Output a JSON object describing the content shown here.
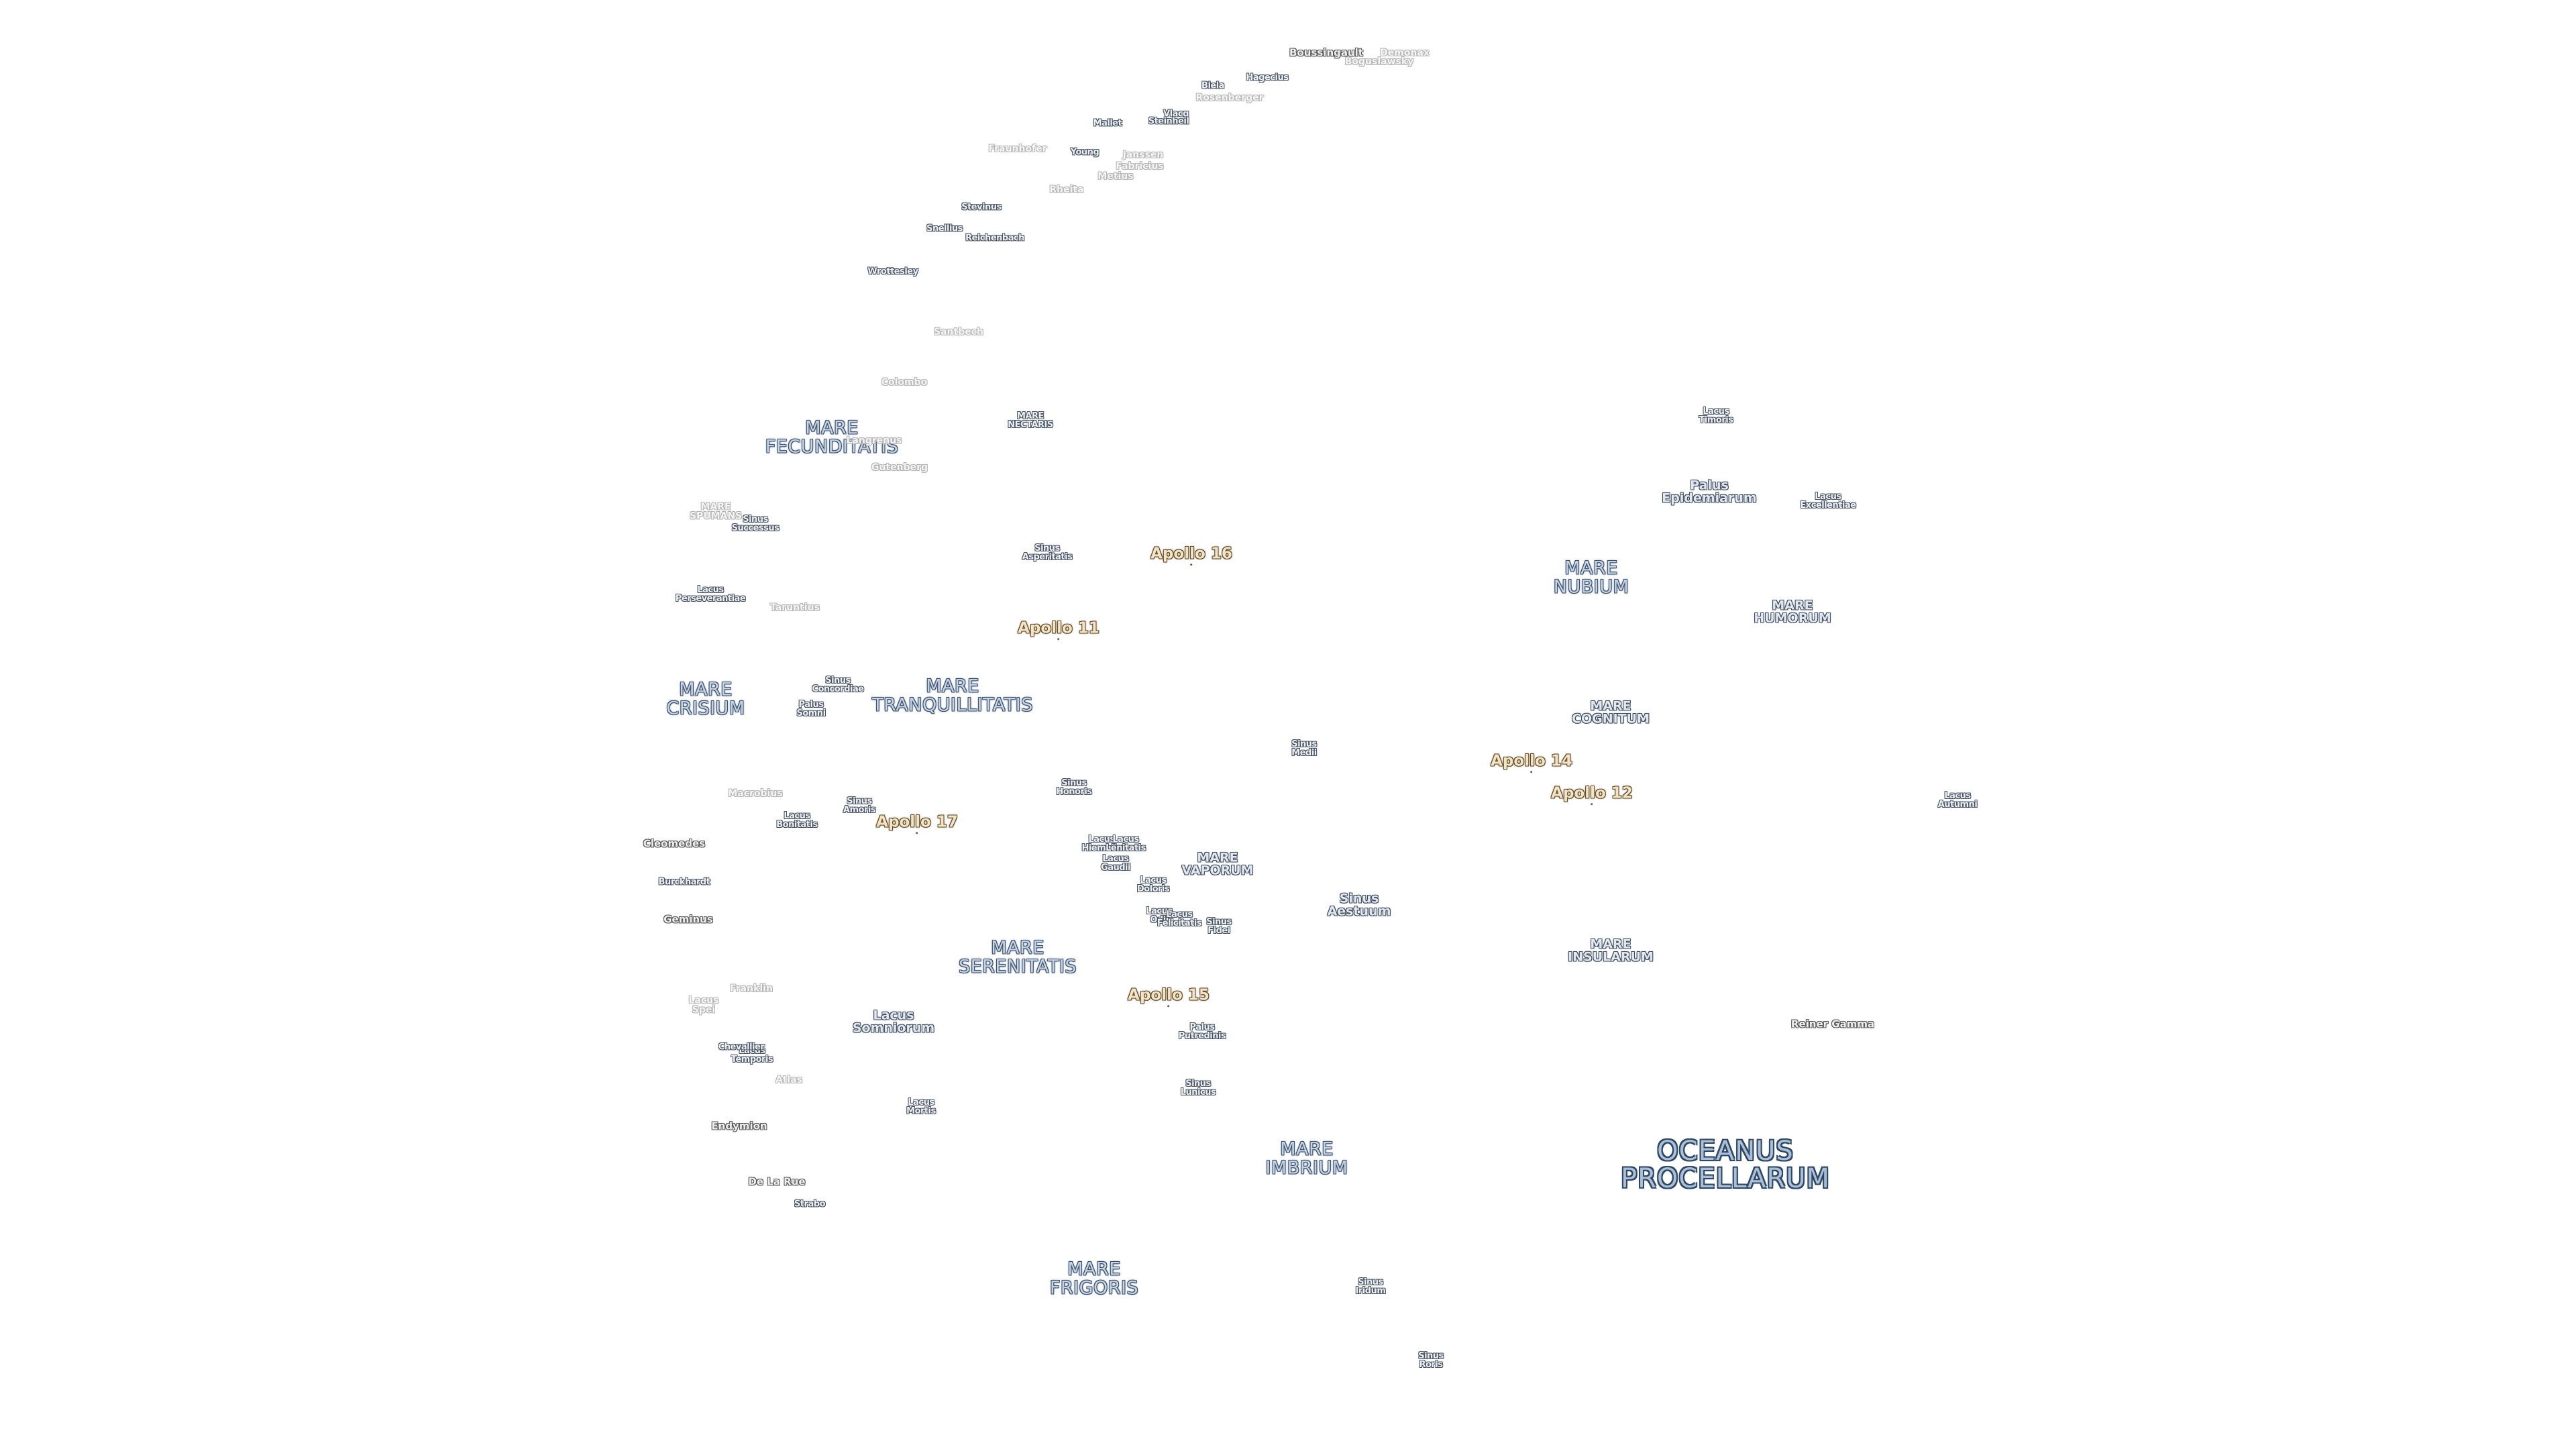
{
  "labels": [
    {
      "id": "oceanus-procellarum",
      "lines": [
        "OCEANUS",
        "PROCELLARUM"
      ],
      "kind": "ocean"
    },
    {
      "id": "mare-fecunditatis",
      "lines": [
        "MARE",
        "FECUNDITATIS"
      ],
      "kind": "mare"
    },
    {
      "id": "mare-nectaris",
      "lines": [
        "MARE",
        "NECTARIS"
      ],
      "kind": "small"
    },
    {
      "id": "mare-spumans",
      "lines": [
        "MARE",
        "SPUMANS"
      ],
      "kind": "faint"
    },
    {
      "id": "mare-crisium",
      "lines": [
        "MARE",
        "CRISIUM"
      ],
      "kind": "mare"
    },
    {
      "id": "mare-tranquillitatis",
      "lines": [
        "MARE",
        "TRANQUILLITATIS"
      ],
      "kind": "mare"
    },
    {
      "id": "mare-serenitatis",
      "lines": [
        "MARE",
        "SERENITATIS"
      ],
      "kind": "mare"
    },
    {
      "id": "mare-vaporum",
      "lines": [
        "MARE",
        "VAPORUM"
      ],
      "kind": "mid"
    },
    {
      "id": "mare-imbrium",
      "lines": [
        "MARE",
        "IMBRIUM"
      ],
      "kind": "mare"
    },
    {
      "id": "mare-frigoris",
      "lines": [
        "MARE",
        "FRIGORIS"
      ],
      "kind": "mare"
    },
    {
      "id": "mare-nubium",
      "lines": [
        "MARE",
        "NUBIUM"
      ],
      "kind": "mare"
    },
    {
      "id": "mare-humorum",
      "lines": [
        "MARE",
        "HUMORUM"
      ],
      "kind": "mid"
    },
    {
      "id": "mare-cognitum",
      "lines": [
        "MARE",
        "COGNITUM"
      ],
      "kind": "mid"
    },
    {
      "id": "mare-insularum",
      "lines": [
        "MARE",
        "INSULARUM"
      ],
      "kind": "mid"
    },
    {
      "id": "lacus-somniorum",
      "lines": [
        "Lacus",
        "Somniorum"
      ],
      "kind": "mid"
    },
    {
      "id": "lacus-timoris",
      "lines": [
        "Lacus",
        "Timoris"
      ],
      "kind": "small"
    },
    {
      "id": "palus-epidemiarum",
      "lines": [
        "Palus",
        "Epidemiarum"
      ],
      "kind": "mid"
    },
    {
      "id": "lacus-excellentiae",
      "lines": [
        "Lacus",
        "Excellentiae"
      ],
      "kind": "small"
    },
    {
      "id": "sinus-successus",
      "lines": [
        "Sinus",
        "Successus"
      ],
      "kind": "small"
    },
    {
      "id": "lacus-perseverantiae",
      "lines": [
        "Lacus",
        "Perseverantiae"
      ],
      "kind": "small"
    },
    {
      "id": "sinus-asperitatis",
      "lines": [
        "Sinus",
        "Asperitatis"
      ],
      "kind": "small"
    },
    {
      "id": "sinus-concordiae",
      "lines": [
        "Sinus",
        "Concordiae"
      ],
      "kind": "small"
    },
    {
      "id": "palus-somni",
      "lines": [
        "Palus",
        "Somni"
      ],
      "kind": "small"
    },
    {
      "id": "sinus-medii",
      "lines": [
        "Sinus",
        "Medii"
      ],
      "kind": "small"
    },
    {
      "id": "sinus-honoris",
      "lines": [
        "Sinus",
        "Honoris"
      ],
      "kind": "small"
    },
    {
      "id": "sinus-amoris",
      "lines": [
        "Sinus",
        "Amoris"
      ],
      "kind": "small"
    },
    {
      "id": "lacus-bonitatis",
      "lines": [
        "Lacus",
        "Bonitatis"
      ],
      "kind": "small"
    },
    {
      "id": "lacus-hiemalis",
      "lines": [
        "Lacus",
        "Hiemalis"
      ],
      "kind": "small"
    },
    {
      "id": "lacus-lenitatis",
      "lines": [
        "Lacus",
        "Lenitatis"
      ],
      "kind": "small"
    },
    {
      "id": "lacus-gaudii",
      "lines": [
        "Lacus",
        "Gaudii"
      ],
      "kind": "small"
    },
    {
      "id": "lacus-doloris",
      "lines": [
        "Lacus",
        "Doloris"
      ],
      "kind": "small"
    },
    {
      "id": "lacus-odii",
      "lines": [
        "Lacus",
        "Odii"
      ],
      "kind": "small"
    },
    {
      "id": "lacus-felicitatis",
      "lines": [
        "Lacus",
        "Felicitatis"
      ],
      "kind": "small"
    },
    {
      "id": "sinus-fidei",
      "lines": [
        "Sinus",
        "Fidei"
      ],
      "kind": "small"
    },
    {
      "id": "sinus-aestuum",
      "lines": [
        "Sinus",
        "Aestuum"
      ],
      "kind": "mid"
    },
    {
      "id": "lacus-autumni",
      "lines": [
        "Lacus",
        "Autumni"
      ],
      "kind": "small"
    },
    {
      "id": "lacus-spei",
      "lines": [
        "Lacus",
        "Spei"
      ],
      "kind": "faint"
    },
    {
      "id": "lacus-temporis",
      "lines": [
        "Lacus",
        "Temporis"
      ],
      "kind": "small"
    },
    {
      "id": "palus-putredinis",
      "lines": [
        "Palus",
        "Putredinis"
      ],
      "kind": "small"
    },
    {
      "id": "lacus-mortis",
      "lines": [
        "Lacus",
        "Mortis"
      ],
      "kind": "small"
    },
    {
      "id": "sinus-lunicus",
      "lines": [
        "Sinus",
        "Lunicus"
      ],
      "kind": "small"
    },
    {
      "id": "sinus-iridum",
      "lines": [
        "Sinus",
        "Iridum"
      ],
      "kind": "small"
    },
    {
      "id": "sinus-roris",
      "lines": [
        "Sinus",
        "Roris"
      ],
      "kind": "small"
    },
    {
      "id": "apollo-16",
      "lines": [
        "Apollo 16"
      ],
      "kind": "apollo"
    },
    {
      "id": "apollo-11",
      "lines": [
        "Apollo 11"
      ],
      "kind": "apollo"
    },
    {
      "id": "apollo-17",
      "lines": [
        "Apollo 17"
      ],
      "kind": "apollo"
    },
    {
      "id": "apollo-14",
      "lines": [
        "Apollo 14"
      ],
      "kind": "apollo"
    },
    {
      "id": "apollo-12",
      "lines": [
        "Apollo 12"
      ],
      "kind": "apollo"
    },
    {
      "id": "apollo-15",
      "lines": [
        "Apollo 15"
      ],
      "kind": "apollo"
    },
    {
      "id": "boussingault",
      "lines": [
        "Boussingault"
      ],
      "kind": "crater"
    },
    {
      "id": "demonax",
      "lines": [
        "Demonax"
      ],
      "kind": "faint"
    },
    {
      "id": "boguslawsky",
      "lines": [
        "Boguslawsky"
      ],
      "kind": "faint"
    },
    {
      "id": "hagecius",
      "lines": [
        "Hagecius"
      ],
      "kind": "small"
    },
    {
      "id": "biela",
      "lines": [
        "Biela"
      ],
      "kind": "small"
    },
    {
      "id": "rosenberger",
      "lines": [
        "Rosenberger"
      ],
      "kind": "faint"
    },
    {
      "id": "vlacq",
      "lines": [
        "Vlacq"
      ],
      "kind": "small"
    },
    {
      "id": "steinheil",
      "lines": [
        "Steinheil"
      ],
      "kind": "small"
    },
    {
      "id": "mallet",
      "lines": [
        "Mallet"
      ],
      "kind": "small"
    },
    {
      "id": "fraunhofer",
      "lines": [
        "Fraunhofer"
      ],
      "kind": "faint"
    },
    {
      "id": "young",
      "lines": [
        "Young"
      ],
      "kind": "small"
    },
    {
      "id": "janssen",
      "lines": [
        "Janssen"
      ],
      "kind": "faint"
    },
    {
      "id": "fabricius",
      "lines": [
        "Fabricius"
      ],
      "kind": "faint"
    },
    {
      "id": "metius",
      "lines": [
        "Metius"
      ],
      "kind": "faint"
    },
    {
      "id": "rheita",
      "lines": [
        "Rheita"
      ],
      "kind": "faint"
    },
    {
      "id": "stevinus",
      "lines": [
        "Stevinus"
      ],
      "kind": "small"
    },
    {
      "id": "snellius",
      "lines": [
        "Snellius"
      ],
      "kind": "small"
    },
    {
      "id": "reichenbach",
      "lines": [
        "Reichenbach"
      ],
      "kind": "small"
    },
    {
      "id": "wrottesley",
      "lines": [
        "Wrottesley"
      ],
      "kind": "small"
    },
    {
      "id": "santbech",
      "lines": [
        "Santbech"
      ],
      "kind": "faint"
    },
    {
      "id": "colombo",
      "lines": [
        "Colombo"
      ],
      "kind": "faint"
    },
    {
      "id": "langrenus",
      "lines": [
        "Langrenus"
      ],
      "kind": "faint"
    },
    {
      "id": "gutenberg",
      "lines": [
        "Gutenberg"
      ],
      "kind": "faint"
    },
    {
      "id": "taruntius",
      "lines": [
        "Taruntius"
      ],
      "kind": "faint"
    },
    {
      "id": "macrobius",
      "lines": [
        "Macrobius"
      ],
      "kind": "faint"
    },
    {
      "id": "cleomedes",
      "lines": [
        "Cleomedes"
      ],
      "kind": "crater"
    },
    {
      "id": "burckhardt",
      "lines": [
        "Burckhardt"
      ],
      "kind": "small"
    },
    {
      "id": "geminus",
      "lines": [
        "Geminus"
      ],
      "kind": "crater"
    },
    {
      "id": "franklin",
      "lines": [
        "Franklin"
      ],
      "kind": "faint"
    },
    {
      "id": "chevallier",
      "lines": [
        "Chevallier"
      ],
      "kind": "small"
    },
    {
      "id": "atlas",
      "lines": [
        "Atlas"
      ],
      "kind": "faint"
    },
    {
      "id": "endymion",
      "lines": [
        "Endymion"
      ],
      "kind": "crater"
    },
    {
      "id": "de-la-rue",
      "lines": [
        "De La Rue"
      ],
      "kind": "crater"
    },
    {
      "id": "strabo",
      "lines": [
        "Strabo"
      ],
      "kind": "small"
    },
    {
      "id": "reiner-gamma",
      "lines": [
        "Reiner Gamma"
      ],
      "kind": "crater"
    }
  ]
}
